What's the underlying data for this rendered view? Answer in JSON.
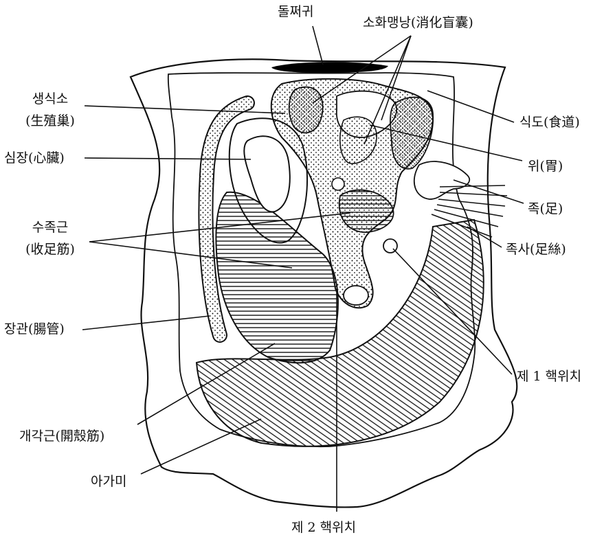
{
  "colors": {
    "ink": "#111111",
    "background": "#ffffff",
    "hinge_ligament": "#000000"
  },
  "labels": {
    "dolchaegwi": "돌쩌귀",
    "digestive_diverticula": "소화맹낭(消化盲囊)",
    "gonad_ko": "생식소",
    "gonad_hanja": "(生殖巢)",
    "heart": "심장(心臟)",
    "foot_retractor_ko": "수족근",
    "foot_retractor_hanja": "(收足筋)",
    "intestine": "장관(腸管)",
    "adductor_muscle": "개각근(開殼筋)",
    "gill": "아가미",
    "esophagus": "식도(食道)",
    "stomach": "위(胃)",
    "foot": "족(足)",
    "byssus": "족사(足絲)",
    "nucleus_pos_1": "제 1 핵위치",
    "nucleus_pos_2": "제 2 핵위치"
  }
}
